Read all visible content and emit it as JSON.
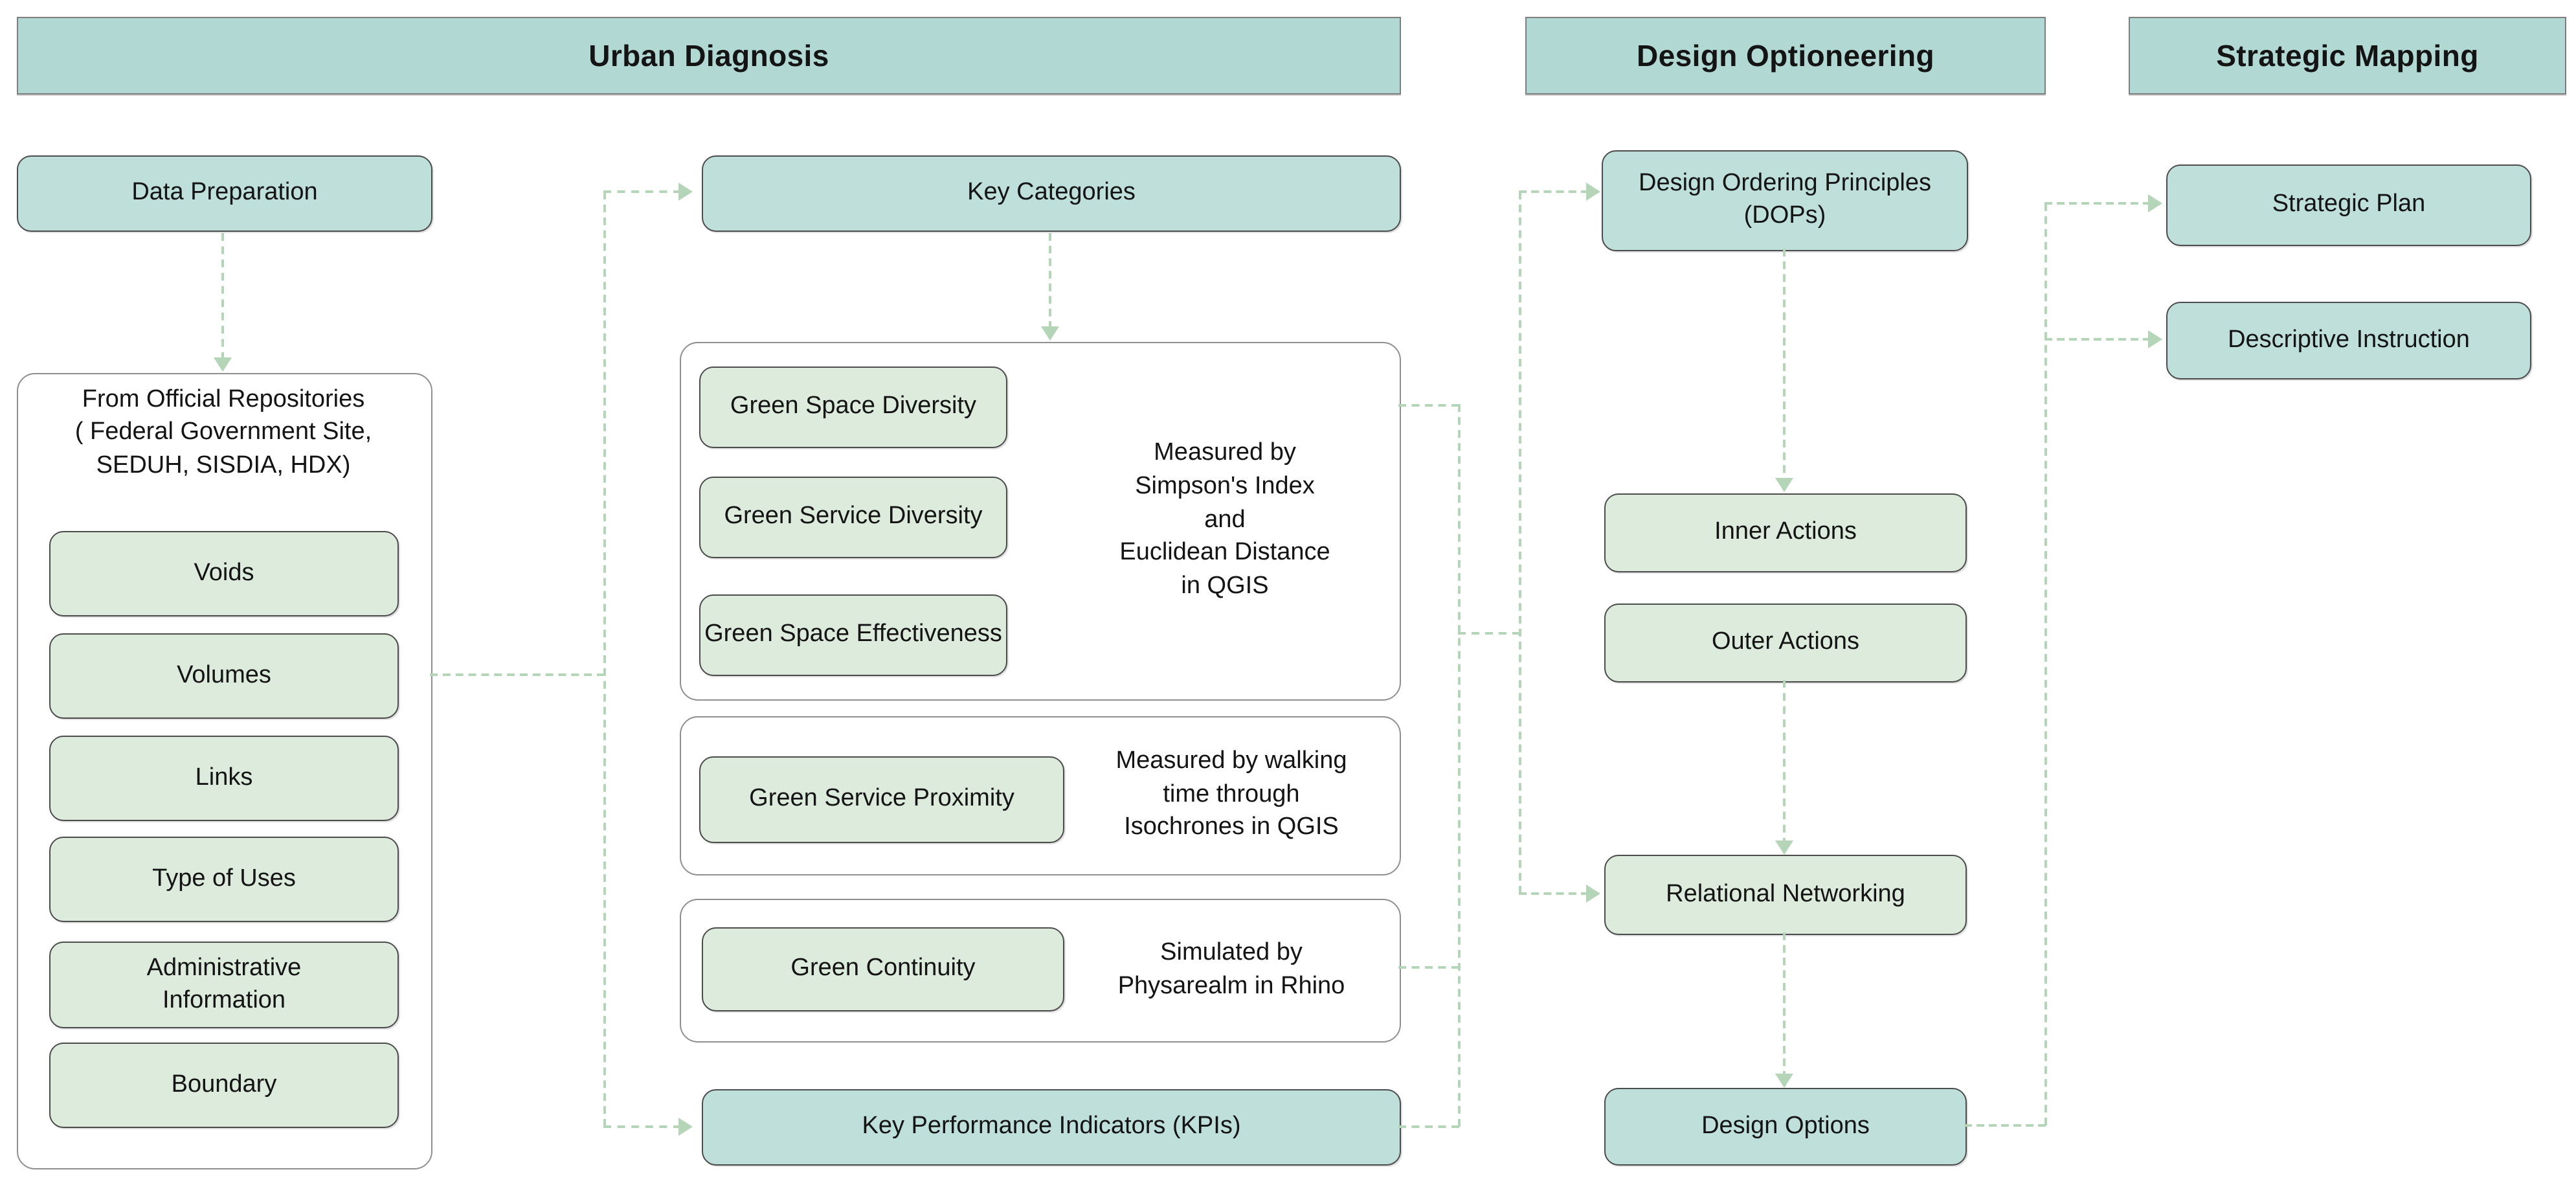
{
  "colors": {
    "header_fill": "#b2d8d4",
    "node_teal": "#bfe0da",
    "node_green": "#ddebdc",
    "arrow": "#b5d5b8"
  },
  "headers": [
    {
      "label": "Urban Diagnosis"
    },
    {
      "label": "Design Optioneering"
    },
    {
      "label": "Strategic Mapping"
    }
  ],
  "urban": {
    "data_preparation": "Data Preparation",
    "repositories_title": "From Official Repositories\n( Federal Government Site,\nSEDUH, SISDIA, HDX)",
    "repository_items": [
      "Voids",
      "Volumes",
      "Links",
      "Type of Uses",
      "Administrative\nInformation",
      "Boundary"
    ],
    "key_categories": "Key Categories",
    "groups": [
      {
        "items": [
          "Green Space Diversity",
          "Green Service Diversity",
          "Green Space Effectiveness"
        ],
        "note": "Measured by\nSimpson's Index\nand\nEuclidean Distance\nin QGIS"
      },
      {
        "items": [
          "Green Service Proximity"
        ],
        "note": "Measured by walking\ntime through\nIsochrones in QGIS"
      },
      {
        "items": [
          "Green Continuity"
        ],
        "note": "Simulated by\nPhysarealm in Rhino"
      }
    ],
    "kpis": "Key Performance Indicators (KPIs)"
  },
  "optioneering": {
    "dops": "Design Ordering Principles\n(DOPs)",
    "inner_actions": "Inner Actions",
    "outer_actions": "Outer Actions",
    "relational_networking": "Relational Networking",
    "design_options": "Design Options"
  },
  "mapping": {
    "strategic_plan": "Strategic Plan",
    "descriptive_instruction": "Descriptive Instruction"
  }
}
